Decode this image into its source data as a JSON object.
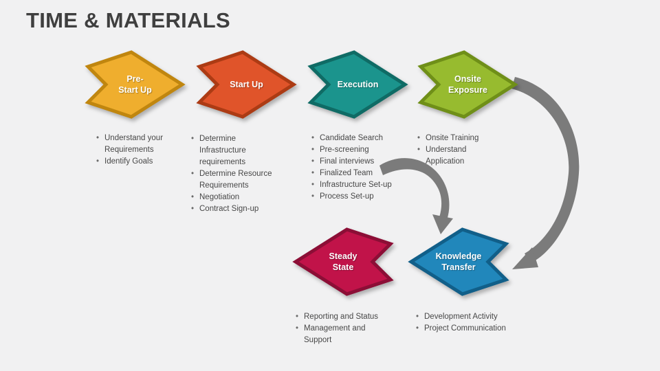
{
  "title": "TIME & MATERIALS",
  "background": "#f1f1f2",
  "connector_color": "#7b7b7b",
  "connectors": [
    {
      "name": "onsite-exposure-to-knowledge-transfer"
    },
    {
      "name": "execution-to-knowledge-transfer"
    }
  ],
  "stages": [
    {
      "name": "pre-start-up",
      "label_lines": [
        "Pre-",
        "Start Up"
      ],
      "direction": "right",
      "fill": "#EFAE2E",
      "border": "#C0860F",
      "bullets": [
        "Understand your Requirements",
        "Identify Goals"
      ]
    },
    {
      "name": "start-up",
      "label_lines": [
        "Start Up"
      ],
      "direction": "right",
      "fill": "#E0542A",
      "border": "#AC3B14",
      "bullets": [
        "Determine Infrastructure requirements",
        "Determine Resource Requirements",
        "Negotiation",
        "Contract Sign-up"
      ]
    },
    {
      "name": "execution",
      "label_lines": [
        "Execution"
      ],
      "direction": "right",
      "fill": "#1B948D",
      "border": "#0F6B65",
      "bullets": [
        "Candidate Search",
        "Pre-screening",
        "Final interviews",
        "Finalized Team",
        "Infrastructure Set-up",
        "Process Set-up"
      ]
    },
    {
      "name": "onsite-exposure",
      "label_lines": [
        "Onsite",
        "Exposure"
      ],
      "direction": "right",
      "fill": "#97BB2F",
      "border": "#6F8F18",
      "bullets": [
        "Onsite Training",
        "Understand Application"
      ]
    },
    {
      "name": "knowledge-transfer",
      "label_lines": [
        "Knowledge",
        "Transfer"
      ],
      "direction": "left",
      "fill": "#2187BB",
      "border": "#115F89",
      "bullets": [
        "Development Activity",
        "Project Communication"
      ]
    },
    {
      "name": "steady-state",
      "label_lines": [
        "Steady",
        "State"
      ],
      "direction": "left",
      "fill": "#C11349",
      "border": "#8C0E36",
      "bullets": [
        "Reporting and Status",
        "Management and Support"
      ]
    }
  ]
}
